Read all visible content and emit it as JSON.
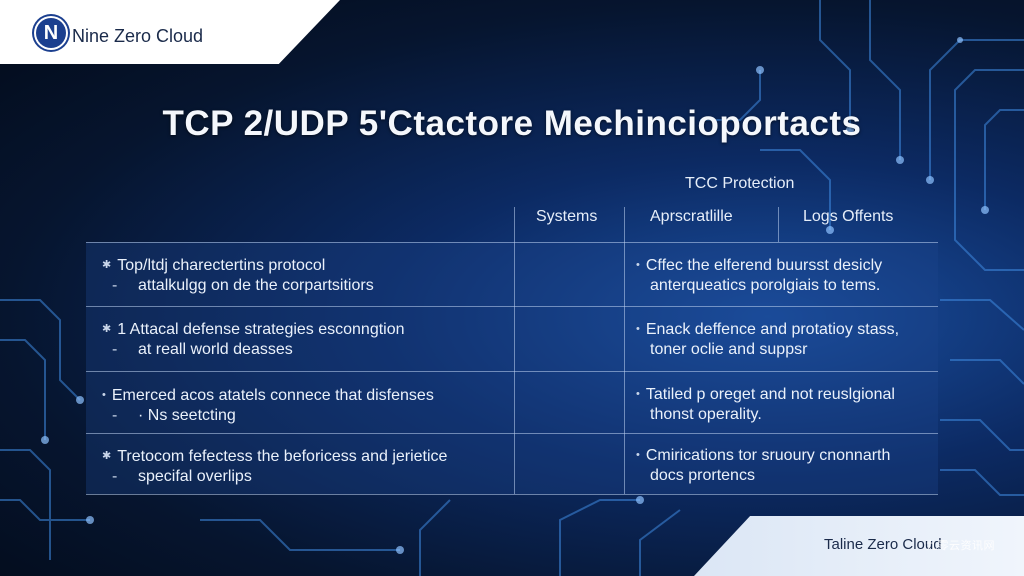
{
  "brand": {
    "logo_letter": "N",
    "name": "Nine Zero Cloud"
  },
  "title": "TCP 2/UDP 5'Ctactore Mechincioportacts",
  "table": {
    "group_header": "TCC Protection",
    "columns": [
      "Systems",
      "Aprscratlille",
      "Logs Offents"
    ],
    "rows": [
      {
        "left": [
          "Top/ltdj charectertins protocol",
          "attalkulgg on de the corpartsitiors"
        ],
        "right": [
          "Cffec the elferend buursst desicly",
          "anterqueatics porolgiais to tems."
        ]
      },
      {
        "left": [
          "1 Attacal defense strategies esconngtion",
          "at reall world deasses"
        ],
        "right": [
          "Enack deffence and protatioy stass,",
          "toner oclie and suppsr"
        ]
      },
      {
        "left": [
          "Emerced acos atatels connece that disfenses",
          "· Ns seetcting"
        ],
        "right": [
          "Tatiled p oreget and not reuslgional",
          "thonst operality."
        ]
      },
      {
        "left": [
          "Tretocom fefectess the beforicess and jerietice",
          "specifal overlips"
        ],
        "right": [
          "Cmirications tor sruoury cnonnarth",
          "docs prortencs"
        ]
      }
    ]
  },
  "footer": {
    "text": "Taline Zero Cloud",
    "watermark": "九零云资讯网"
  },
  "colors": {
    "background": "#06152f",
    "accent": "#1b3f8f",
    "table_fill": "#1e468c"
  }
}
